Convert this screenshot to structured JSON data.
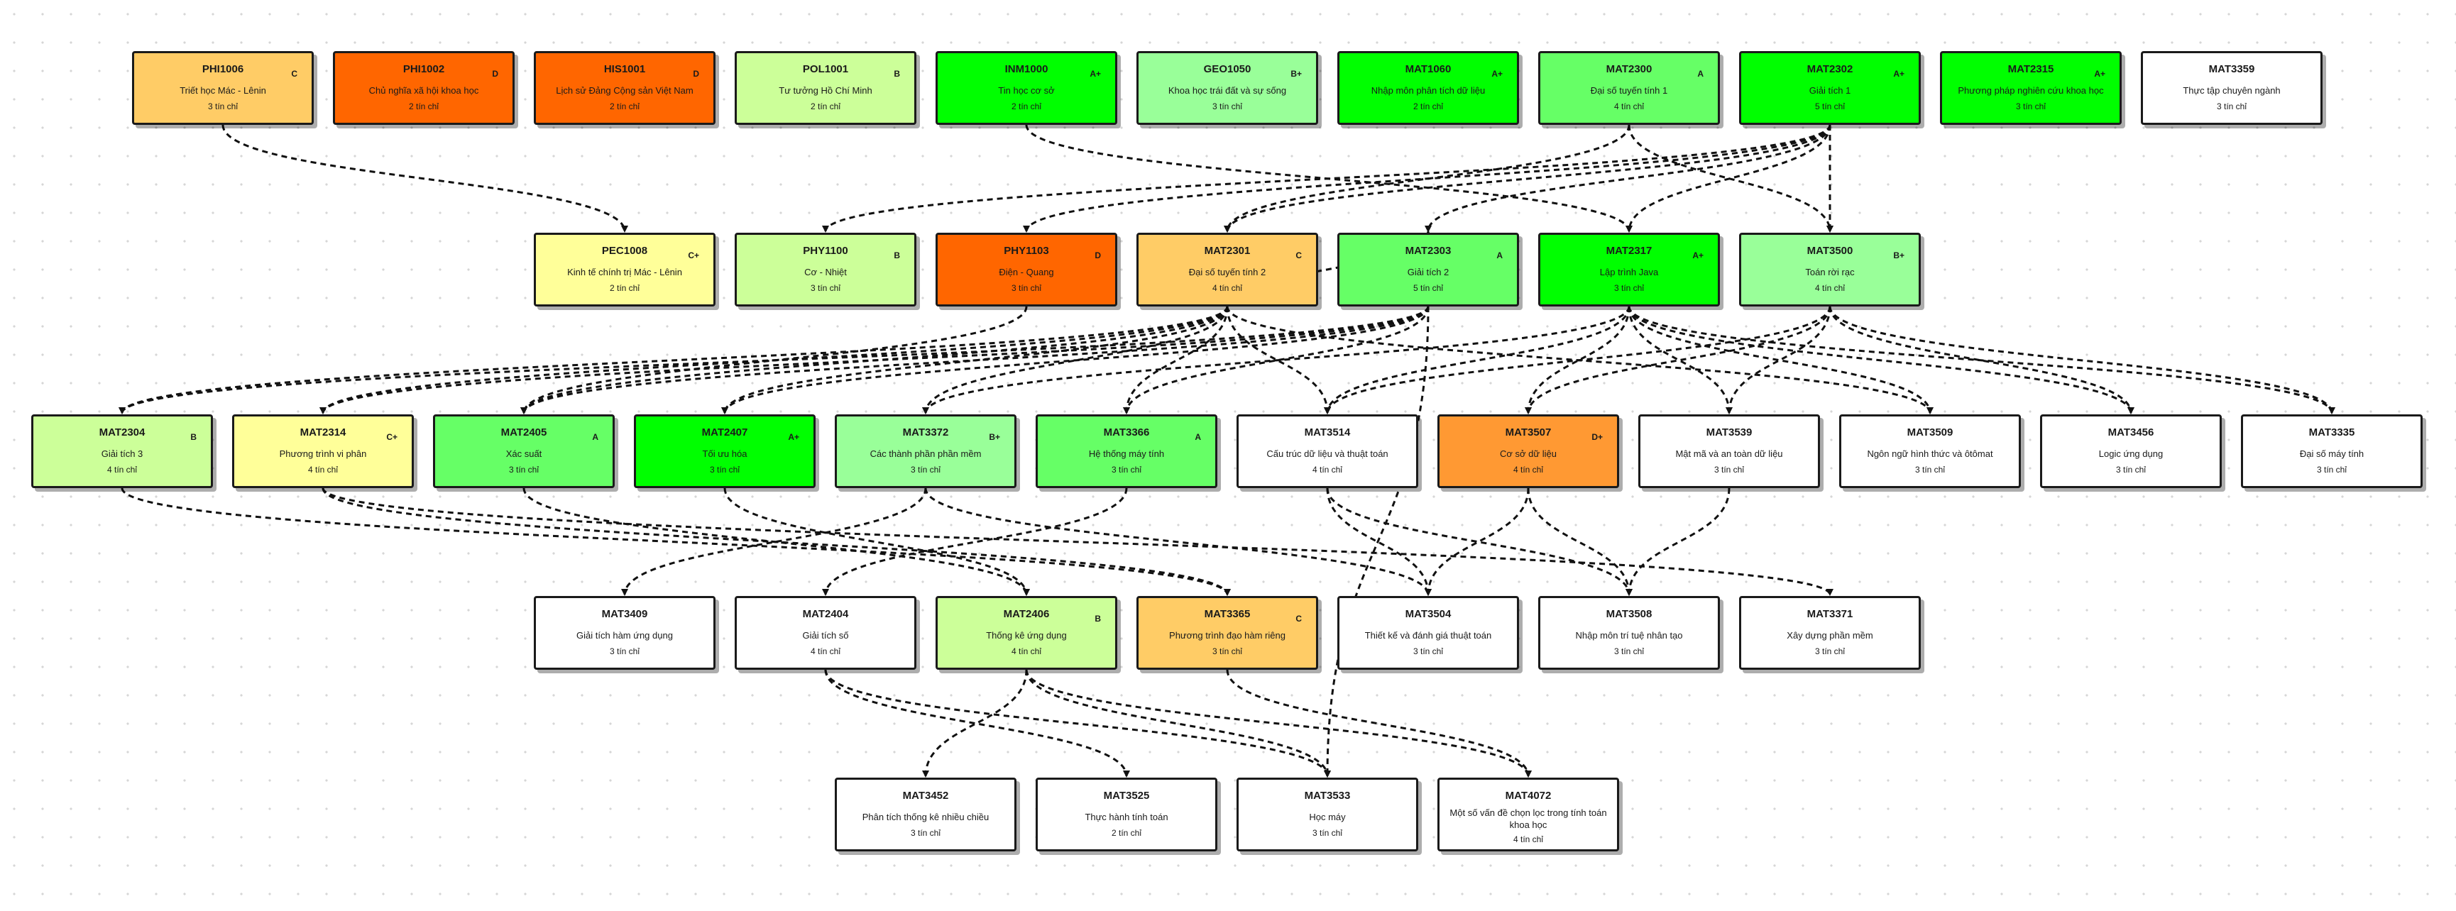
{
  "diagram": {
    "credits_suffix": "tín chỉ",
    "grade_colors": {
      "A+": "#00ff00",
      "A": "#66ff66",
      "B+": "#99ff99",
      "B": "#ccff99",
      "C+": "#ffff99",
      "C": "#ffcc66",
      "D+": "#ff9933",
      "D": "#ff6600",
      "none": "#ffffff"
    },
    "rows": [
      [
        {
          "code": "PHI1006",
          "name": "Triết học Mác - Lênin",
          "credits": 3,
          "grade": "C"
        },
        {
          "code": "PHI1002",
          "name": "Chủ nghĩa xã hội khoa học",
          "credits": 2,
          "grade": "D"
        },
        {
          "code": "HIS1001",
          "name": "Lịch sử Đảng Cộng sản Việt Nam",
          "credits": 2,
          "grade": "D"
        },
        {
          "code": "POL1001",
          "name": "Tư tưởng Hồ Chí Minh",
          "credits": 2,
          "grade": "B"
        },
        {
          "code": "INM1000",
          "name": "Tin học cơ sở",
          "credits": 2,
          "grade": "A+"
        },
        {
          "code": "GEO1050",
          "name": "Khoa học trái đất và sự sống",
          "credits": 3,
          "grade": "B+"
        },
        {
          "code": "MAT1060",
          "name": "Nhập môn phân tích dữ liệu",
          "credits": 2,
          "grade": "A+"
        },
        {
          "code": "MAT2300",
          "name": "Đại số tuyến tính 1",
          "credits": 4,
          "grade": "A"
        },
        {
          "code": "MAT2302",
          "name": "Giải tích 1",
          "credits": 5,
          "grade": "A+"
        },
        {
          "code": "MAT2315",
          "name": "Phương pháp nghiên cứu khoa học",
          "credits": 3,
          "grade": "A+"
        },
        {
          "code": "MAT3359",
          "name": "Thực tập chuyên ngành",
          "credits": 3,
          "grade": ""
        }
      ],
      [
        {
          "code": "PEC1008",
          "name": "Kinh tế chính trị Mác - Lênin",
          "credits": 2,
          "grade": "C+"
        },
        {
          "code": "PHY1100",
          "name": "Cơ - Nhiệt",
          "credits": 3,
          "grade": "B"
        },
        {
          "code": "PHY1103",
          "name": "Điện - Quang",
          "credits": 3,
          "grade": "D"
        },
        {
          "code": "MAT2301",
          "name": "Đại số tuyến tính 2",
          "credits": 4,
          "grade": "C"
        },
        {
          "code": "MAT2303",
          "name": "Giải tích 2",
          "credits": 5,
          "grade": "A"
        },
        {
          "code": "MAT2317",
          "name": "Lập trình Java",
          "credits": 3,
          "grade": "A+"
        },
        {
          "code": "MAT3500",
          "name": "Toán rời rạc",
          "credits": 4,
          "grade": "B+"
        }
      ],
      [
        {
          "code": "MAT2304",
          "name": "Giải tích 3",
          "credits": 4,
          "grade": "B"
        },
        {
          "code": "MAT2314",
          "name": "Phương trình vi phân",
          "credits": 4,
          "grade": "C+"
        },
        {
          "code": "MAT2405",
          "name": "Xác suất",
          "credits": 3,
          "grade": "A"
        },
        {
          "code": "MAT2407",
          "name": "Tối ưu hóa",
          "credits": 3,
          "grade": "A+"
        },
        {
          "code": "MAT3372",
          "name": "Các thành phần phần mềm",
          "credits": 3,
          "grade": "B+"
        },
        {
          "code": "MAT3366",
          "name": "Hệ thống máy tính",
          "credits": 3,
          "grade": "A"
        },
        {
          "code": "MAT3514",
          "name": "Cấu trúc dữ liệu và thuật toán",
          "credits": 4,
          "grade": ""
        },
        {
          "code": "MAT3507",
          "name": "Cơ sở dữ liệu",
          "credits": 4,
          "grade": "D+"
        },
        {
          "code": "MAT3539",
          "name": "Mật mã và an toàn dữ liệu",
          "credits": 3,
          "grade": ""
        },
        {
          "code": "MAT3509",
          "name": "Ngôn ngữ hình thức và ôtômat",
          "credits": 3,
          "grade": ""
        },
        {
          "code": "MAT3456",
          "name": "Logic ứng dụng",
          "credits": 3,
          "grade": ""
        },
        {
          "code": "MAT3335",
          "name": "Đại số máy tính",
          "credits": 3,
          "grade": ""
        }
      ],
      [
        {
          "code": "MAT3409",
          "name": "Giải tích hàm ứng dụng",
          "credits": 3,
          "grade": ""
        },
        {
          "code": "MAT2404",
          "name": "Giải tích số",
          "credits": 4,
          "grade": ""
        },
        {
          "code": "MAT2406",
          "name": "Thống kê ứng dụng",
          "credits": 4,
          "grade": "B"
        },
        {
          "code": "MAT3365",
          "name": "Phương trình đạo hàm riêng",
          "credits": 3,
          "grade": "C"
        },
        {
          "code": "MAT3504",
          "name": "Thiết kế và đánh giá thuật toán",
          "credits": 3,
          "grade": ""
        },
        {
          "code": "MAT3508",
          "name": "Nhập môn trí tuệ nhân tạo",
          "credits": 3,
          "grade": ""
        },
        {
          "code": "MAT3371",
          "name": "Xây dựng phần mềm",
          "credits": 3,
          "grade": ""
        }
      ],
      [
        {
          "code": "MAT3452",
          "name": "Phân tích thống kê nhiều chiều",
          "credits": 3,
          "grade": ""
        },
        {
          "code": "MAT3525",
          "name": "Thực hành tính toán",
          "credits": 2,
          "grade": ""
        },
        {
          "code": "MAT3533",
          "name": "Học máy",
          "credits": 3,
          "grade": ""
        },
        {
          "code": "MAT4072",
          "name": "Một số vấn đề chọn lọc trong tính toán khoa học",
          "credits": 4,
          "grade": ""
        }
      ]
    ],
    "edges": [
      [
        "PHI1006",
        "PEC1008"
      ],
      [
        "INM1000",
        "MAT2317"
      ],
      [
        "MAT2300",
        "MAT2301"
      ],
      [
        "MAT2300",
        "MAT3500"
      ],
      [
        "MAT2302",
        "PHY1100"
      ],
      [
        "MAT2302",
        "PHY1103"
      ],
      [
        "MAT2302",
        "MAT2301"
      ],
      [
        "MAT2302",
        "MAT2303"
      ],
      [
        "MAT2302",
        "MAT2317"
      ],
      [
        "MAT2302",
        "MAT3500"
      ],
      [
        "PHY1103",
        "MAT2405"
      ],
      [
        "MAT2301",
        "MAT2303"
      ],
      [
        "MAT2301",
        "MAT2304"
      ],
      [
        "MAT2301",
        "MAT2314"
      ],
      [
        "MAT2301",
        "MAT2405"
      ],
      [
        "MAT2301",
        "MAT2407"
      ],
      [
        "MAT2301",
        "MAT3372"
      ],
      [
        "MAT2301",
        "MAT3366"
      ],
      [
        "MAT2301",
        "MAT3514"
      ],
      [
        "MAT2301",
        "MAT3509"
      ],
      [
        "MAT2303",
        "MAT2304"
      ],
      [
        "MAT2303",
        "MAT2314"
      ],
      [
        "MAT2303",
        "MAT2405"
      ],
      [
        "MAT2303",
        "MAT2407"
      ],
      [
        "MAT2303",
        "MAT3366"
      ],
      [
        "MAT2303",
        "MAT3533"
      ],
      [
        "MAT2317",
        "MAT3372"
      ],
      [
        "MAT2317",
        "MAT3514"
      ],
      [
        "MAT2317",
        "MAT3507"
      ],
      [
        "MAT2317",
        "MAT3539"
      ],
      [
        "MAT2317",
        "MAT3509"
      ],
      [
        "MAT2317",
        "MAT3456"
      ],
      [
        "MAT2317",
        "MAT3335"
      ],
      [
        "MAT3500",
        "MAT3507"
      ],
      [
        "MAT3500",
        "MAT3514"
      ],
      [
        "MAT3500",
        "MAT3539"
      ],
      [
        "MAT3500",
        "MAT3456"
      ],
      [
        "MAT3500",
        "MAT3335"
      ],
      [
        "MAT2304",
        "MAT3365"
      ],
      [
        "MAT2314",
        "MAT3365"
      ],
      [
        "MAT2314",
        "MAT3371"
      ],
      [
        "MAT2405",
        "MAT2406"
      ],
      [
        "MAT2407",
        "MAT2406"
      ],
      [
        "MAT3372",
        "MAT3409"
      ],
      [
        "MAT3372",
        "MAT3504"
      ],
      [
        "MAT3366",
        "MAT2404"
      ],
      [
        "MAT3514",
        "MAT3504"
      ],
      [
        "MAT3514",
        "MAT3508"
      ],
      [
        "MAT3507",
        "MAT3504"
      ],
      [
        "MAT3507",
        "MAT3508"
      ],
      [
        "MAT3539",
        "MAT3508"
      ],
      [
        "MAT2406",
        "MAT3452"
      ],
      [
        "MAT2406",
        "MAT3533"
      ],
      [
        "MAT2406",
        "MAT4072"
      ],
      [
        "MAT2404",
        "MAT3525"
      ],
      [
        "MAT2404",
        "MAT3533"
      ],
      [
        "MAT3365",
        "MAT4072"
      ]
    ]
  }
}
